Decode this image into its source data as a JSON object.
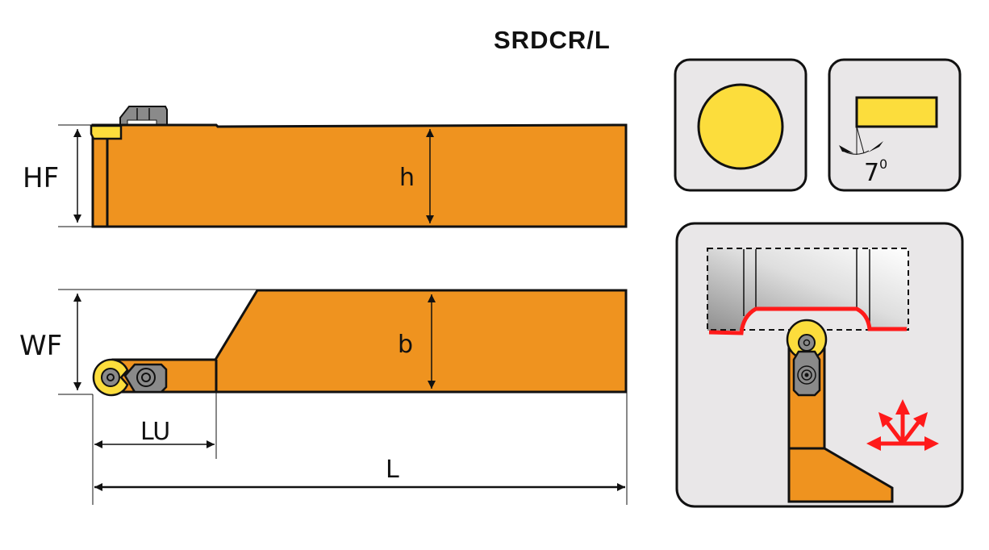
{
  "title": "SRDCR/L",
  "colors": {
    "body": "#EF931F",
    "insert": "#FCDD3C",
    "panel": "#E9E7E8",
    "outline": "#111111",
    "clamp": "#8A8A8A",
    "machining_path": "#FF1A1A"
  },
  "dimensions": {
    "hf": "HF",
    "h": "h",
    "wf": "WF",
    "b": "b",
    "lu": "LU",
    "l": "L"
  },
  "insert_panels": {
    "shape_panel": {
      "icon": "round-insert-icon"
    },
    "clearance_panel": {
      "icon": "clearance-angle-icon",
      "angle_value": "7",
      "angle_unit": "0"
    }
  },
  "application_panel": {
    "icon": "machining-directions-icon"
  }
}
